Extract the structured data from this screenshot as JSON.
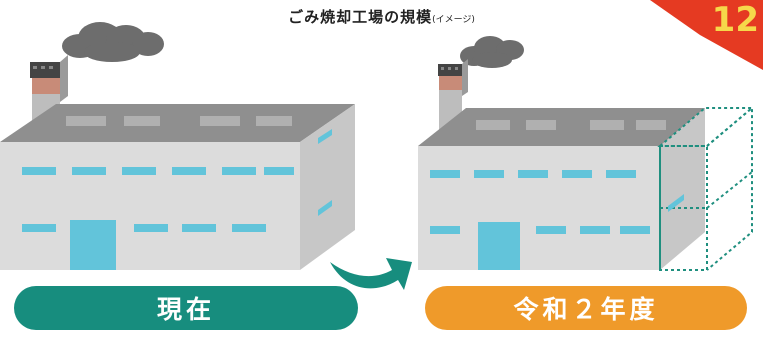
{
  "title": {
    "main": "ごみ焼却工場の規模",
    "sub": "(イメージ)"
  },
  "labels": {
    "current": "現在",
    "future": "令和２年度"
  },
  "badge": {
    "text": "12"
  },
  "colors": {
    "current_pill": "#178d7e",
    "future_pill": "#ef9a2a",
    "arrow": "#178d7e",
    "badge_red": "#e53a22",
    "window": "#62c4da",
    "wall_light": "#dcdcdc",
    "wall_side": "#c7c7c7",
    "roof": "#8f8f8f",
    "dotted_expansion": "#1f8f7f"
  }
}
